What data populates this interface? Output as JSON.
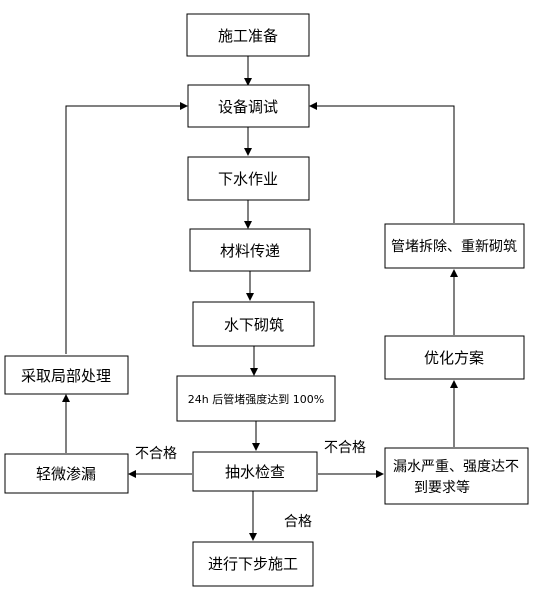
{
  "nodes": {
    "prep": "施工准备",
    "debug": "设备调试",
    "dive": "下水作业",
    "transfer": "材料传递",
    "masonry": "水下砌筑",
    "strength": "24h 后管堵强度达到 100%",
    "pump": "抽水检查",
    "next": "进行下步施工",
    "minor": "轻微渗漏",
    "local": "采取局部处理",
    "leak_line1": "漏水严重、强度达不",
    "leak_line2": "到要求等",
    "optimize": "优化方案",
    "rebuild": "管堵拆除、重新砌筑"
  },
  "labels": {
    "fail_left": "不合格",
    "fail_right": "不合格",
    "pass": "合格"
  },
  "colors": {
    "stroke": "#000000"
  }
}
